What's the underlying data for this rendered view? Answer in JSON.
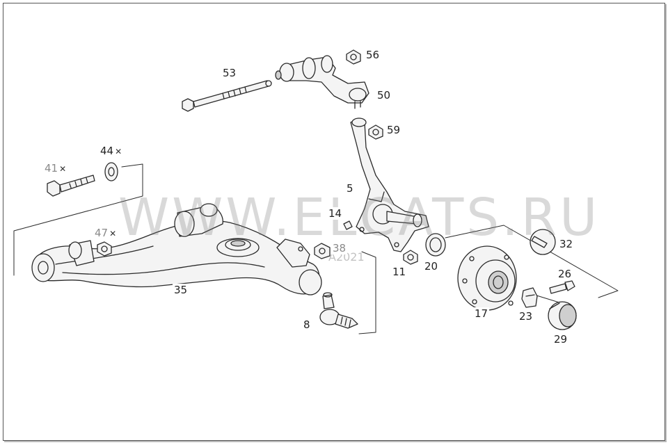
{
  "watermark": "WWW.ELCATS.RU",
  "stamp": "A2021",
  "colors": {
    "line": "#2a2a2a",
    "part_fill": "#f4f4f4",
    "shade": "#cfcfcf",
    "watermark": "#8c8c8c"
  },
  "callouts": {
    "p53": "53",
    "p56": "56",
    "p50": "50",
    "p59": "59",
    "p44": "44",
    "p41": "41",
    "p5": "5",
    "p14": "14",
    "p47": "47",
    "p38": "38",
    "p11": "11",
    "p20": "20",
    "p32": "32",
    "p26": "26",
    "p35": "35",
    "p17": "17",
    "p23": "23",
    "p29": "29",
    "p8": "8"
  },
  "marks": {
    "p44": "✕",
    "p41": "✕",
    "p47": "✕"
  }
}
